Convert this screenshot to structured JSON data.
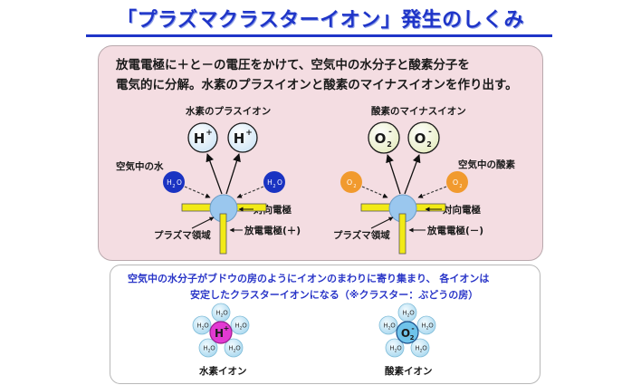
{
  "title": "「プラズマクラスターイオン」発生のしくみ",
  "description": {
    "line1": "放電電極に＋と－の電圧をかけて、空気中の水分子と酸素分子を",
    "line2": "電気的に分解。水素のプラスイオンと酸素のマイナスイオンを作り出す。"
  },
  "left": {
    "ion_heading": "水素のプラスイオン",
    "molecule_label": "空気中の水",
    "opposing_electrode": "対向電極",
    "discharge_electrode": "放電電極(＋)",
    "plasma_region": "プラズマ領域",
    "ion_text": "H",
    "ion_sup": "+",
    "molecule_text": "H",
    "molecule_sub": "2",
    "molecule_tail": "O"
  },
  "right": {
    "ion_heading": "酸素のマイナスイオン",
    "molecule_label": "空気中の酸素",
    "opposing_electrode": "対向電極",
    "discharge_electrode": "放電電極(－)",
    "plasma_region": "プラズマ領域",
    "ion_text": "O",
    "ion_sub": "2",
    "ion_sup": "-",
    "molecule_text": "O",
    "molecule_sub": "2"
  },
  "cluster_note": {
    "line1": "空気中の水分子がブドウの房のようにイオンのまわりに寄り集まり、 各イオンは",
    "line2": "安定したクラスターイオンになる（※クラスター：ぶどうの房）"
  },
  "clusters": {
    "water_label": "H",
    "water_sub": "2",
    "water_tail": "O",
    "hydrogen_caption": "水素イオン",
    "oxygen_caption": "酸素イオン"
  },
  "colors": {
    "title": "#1f35c8",
    "ion_fill": "#d9ecf9",
    "water_molecule": "#1a33c2",
    "oxygen_molecule": "#f19a2e",
    "hub": "#9ac7ee",
    "electrode": "#f2ea16",
    "hydrogen_core": "#e23ad2",
    "cluster_water": "#bfe3f3"
  }
}
